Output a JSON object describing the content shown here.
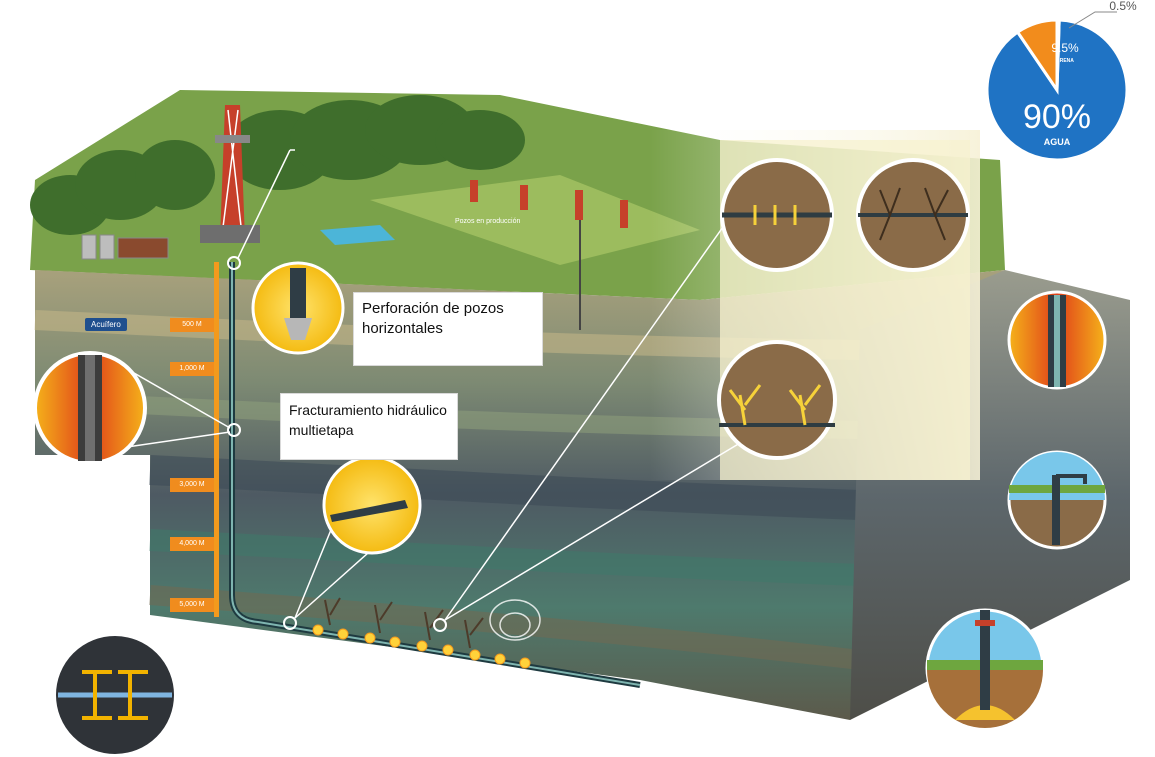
{
  "labels": {
    "horizontal_drilling": "Perforación de pozos horizontales",
    "multistage_fracturing": "Fracturamiento hidráulico multietapa",
    "aquifer": "Acuífero",
    "production_wells": "Pozos en producción"
  },
  "depth_markers": [
    "500 M",
    "1,000 M",
    "3,000 M",
    "4,000 M",
    "5,000 M"
  ],
  "chart_data": {
    "type": "pie",
    "categories": [
      "AGUA",
      "ARENA",
      ""
    ],
    "values": [
      90,
      9.5,
      0.5
    ],
    "value_labels": [
      "90%",
      "9.5%",
      "0.5%"
    ],
    "colors": [
      "#1f73c4",
      "#f28c1c",
      "#bfbfbf"
    ]
  }
}
